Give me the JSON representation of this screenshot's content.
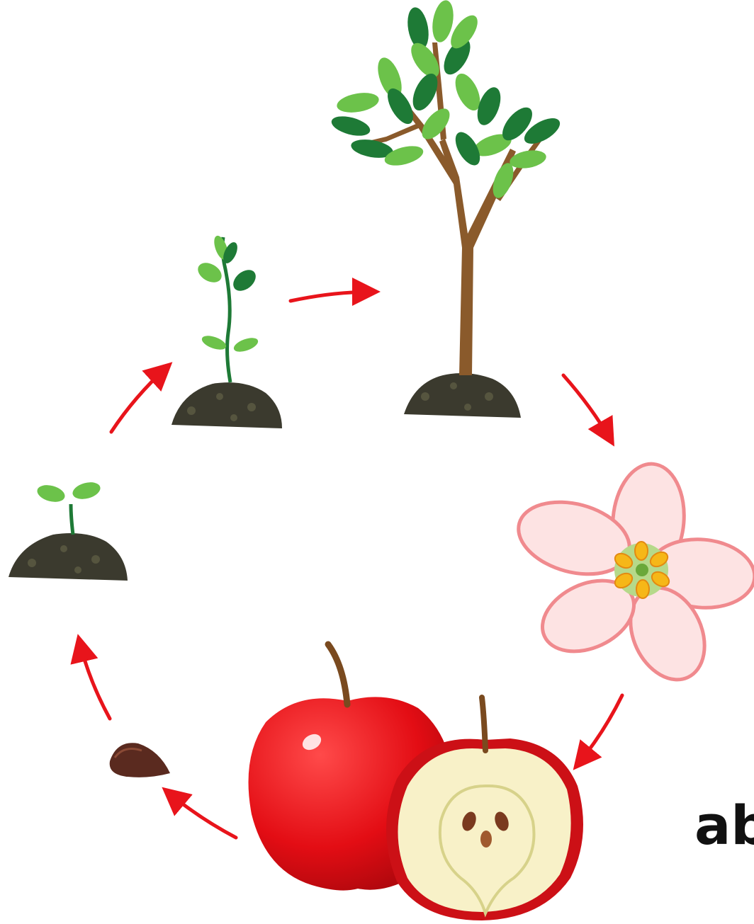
{
  "diagram": {
    "type": "life-cycle",
    "stages": [
      {
        "id": "seed",
        "icon": "seed-icon"
      },
      {
        "id": "sprout",
        "icon": "sprout-icon"
      },
      {
        "id": "seedling",
        "icon": "seedling-icon"
      },
      {
        "id": "tree",
        "icon": "tree-icon"
      },
      {
        "id": "flower",
        "icon": "flower-icon"
      },
      {
        "id": "apple",
        "icon": "apple-icon"
      }
    ],
    "flow": [
      {
        "from": "seed",
        "to": "sprout"
      },
      {
        "from": "sprout",
        "to": "seedling"
      },
      {
        "from": "seedling",
        "to": "tree"
      },
      {
        "from": "tree",
        "to": "flower"
      },
      {
        "from": "flower",
        "to": "apple"
      },
      {
        "from": "apple",
        "to": "seed"
      }
    ],
    "corner_text": "ab",
    "colors": {
      "arrow": "#e8141b",
      "soil": "#3b3a2e",
      "leaf_dark": "#1e7a36",
      "leaf_light": "#6cc24a",
      "trunk": "#8a5a2b",
      "petal": "#fde3e3",
      "petal_edge": "#f08a8e",
      "stamen": "#f6b718",
      "apple": "#e30d14",
      "apple_flesh": "#f8f1c8",
      "seed": "#5a2a1f"
    }
  }
}
